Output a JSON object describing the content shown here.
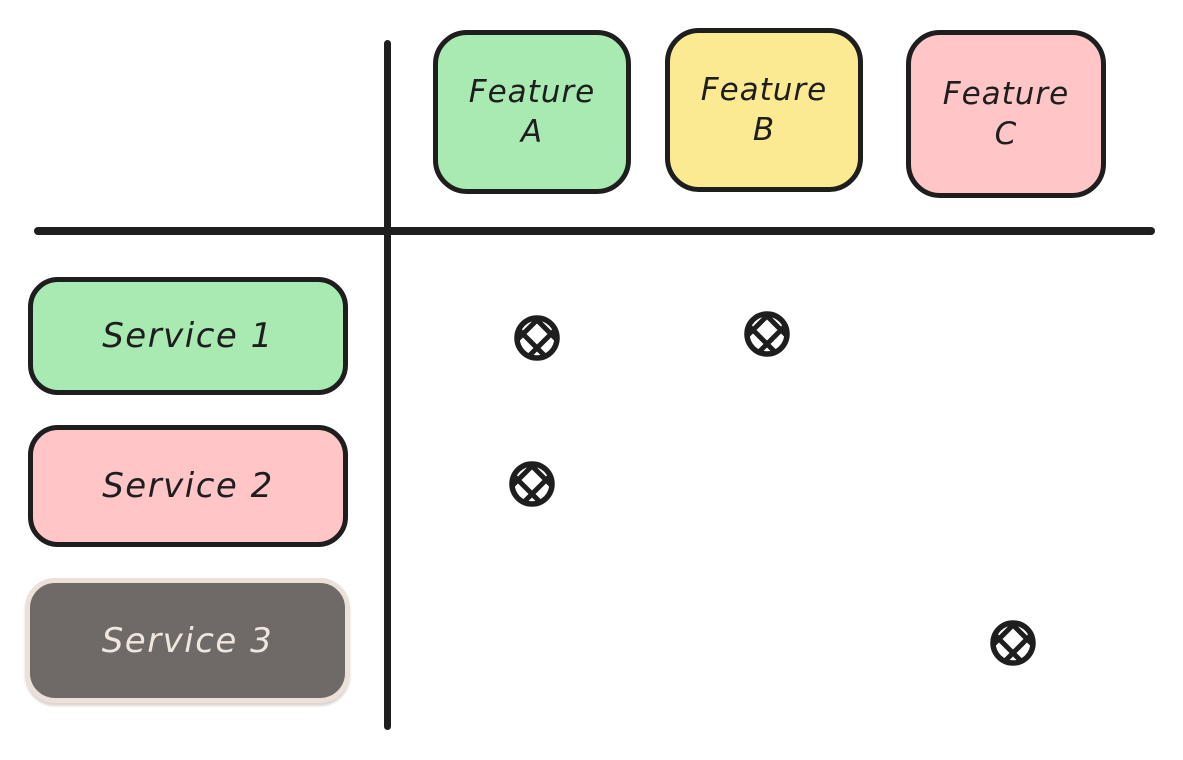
{
  "diagram": {
    "type": "feature-service-matrix",
    "columns": [
      {
        "label": "Feature A",
        "line1": "Feature",
        "line2": "A",
        "color": "#a9e9b2"
      },
      {
        "label": "Feature B",
        "line1": "Feature",
        "line2": "B",
        "color": "#fcea92"
      },
      {
        "label": "Feature C",
        "line1": "Feature",
        "line2": "C",
        "color": "#ffc5c7"
      }
    ],
    "rows": [
      {
        "label": "Service 1",
        "color": "#a9e9b2",
        "text_color": "#1e1e1e"
      },
      {
        "label": "Service 2",
        "color": "#ffc5c7",
        "text_color": "#1e1e1e"
      },
      {
        "label": "Service 3",
        "color": "#6f6a67",
        "text_color": "#f1e6df"
      }
    ],
    "marks": [
      {
        "row": "Service 1",
        "column": "Feature A",
        "symbol": "crosshatched-circle"
      },
      {
        "row": "Service 1",
        "column": "Feature B",
        "symbol": "crosshatched-circle"
      },
      {
        "row": "Service 2",
        "column": "Feature A",
        "symbol": "crosshatched-circle"
      },
      {
        "row": "Service 3",
        "column": "Feature C",
        "symbol": "crosshatched-circle"
      }
    ],
    "colors": {
      "stroke": "#1e1e1e",
      "background": "#ffffff",
      "green": "#a9e9b2",
      "yellow": "#fcea92",
      "pink": "#ffc5c7",
      "gray": "#6f6a67",
      "gray_border": "#ece0d9"
    }
  }
}
